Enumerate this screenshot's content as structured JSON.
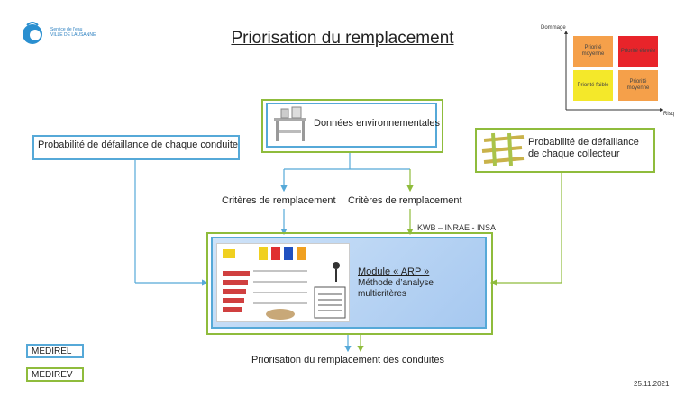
{
  "logo": {
    "line1": "Service de l'eau",
    "line2": "VILLE DE LAUSANNE"
  },
  "title": "Priorisation du remplacement",
  "matrix": {
    "axis_y": "Dommage",
    "axis_x": "Risq",
    "cells": [
      {
        "label": "Priorité moyenne",
        "color": "#f5a04a"
      },
      {
        "label": "Priorité élevée",
        "color": "#e8242a"
      },
      {
        "label": "Priorité faible",
        "color": "#f4e82a"
      },
      {
        "label": "Priorité moyenne",
        "color": "#f5a04a"
      }
    ]
  },
  "diagram": {
    "env_data": "Données environnementales",
    "left_box": "Probabilité de défaillance de chaque conduite",
    "right_box_line1": "Probabilité de défaillance",
    "right_box_line2": "de chaque collecteur",
    "criteria_left": "Critères de remplacement",
    "criteria_right": "Critères de remplacement",
    "partners": "KWB – INRAE - INSA",
    "module_title": "Module « ARP »",
    "module_sub_line1": "Méthode d’analyse",
    "module_sub_line2": "multicritères",
    "output": "Priorisation du remplacement des conduites"
  },
  "legend": {
    "medirel": "MEDIREL",
    "medirev": "MEDIREV"
  },
  "date": "25.11.2021",
  "colors": {
    "blue": "#56a9d8",
    "green": "#8fbc3c"
  }
}
